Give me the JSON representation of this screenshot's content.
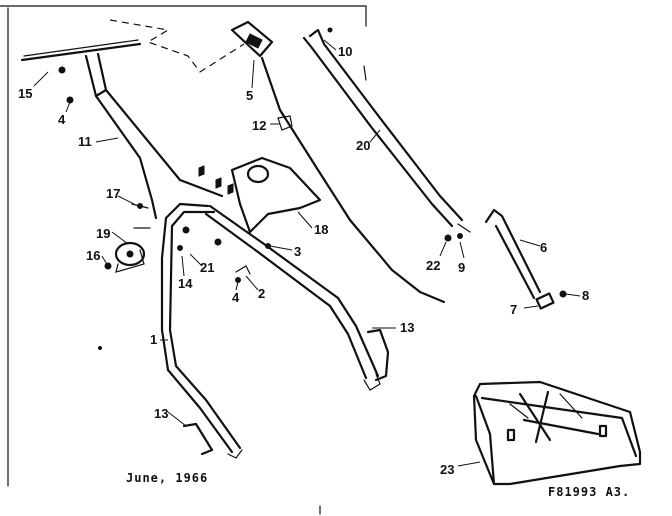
{
  "diagram": {
    "caption_date": "June, 1966",
    "caption_ref": "F81993 A3.",
    "part_labels": {
      "p1": "1",
      "p2": "2",
      "p3": "3",
      "p4a": "4",
      "p4b": "4",
      "p5": "5",
      "p6": "6",
      "p7": "7",
      "p8": "8",
      "p9": "9",
      "p10": "10",
      "p11": "11",
      "p12": "12",
      "p13a": "13",
      "p13b": "13",
      "p14": "14",
      "p15": "15",
      "p16": "16",
      "p17": "17",
      "p18": "18",
      "p19": "19",
      "p20": "20",
      "p21": "21",
      "p22": "22",
      "p23": "23"
    }
  }
}
